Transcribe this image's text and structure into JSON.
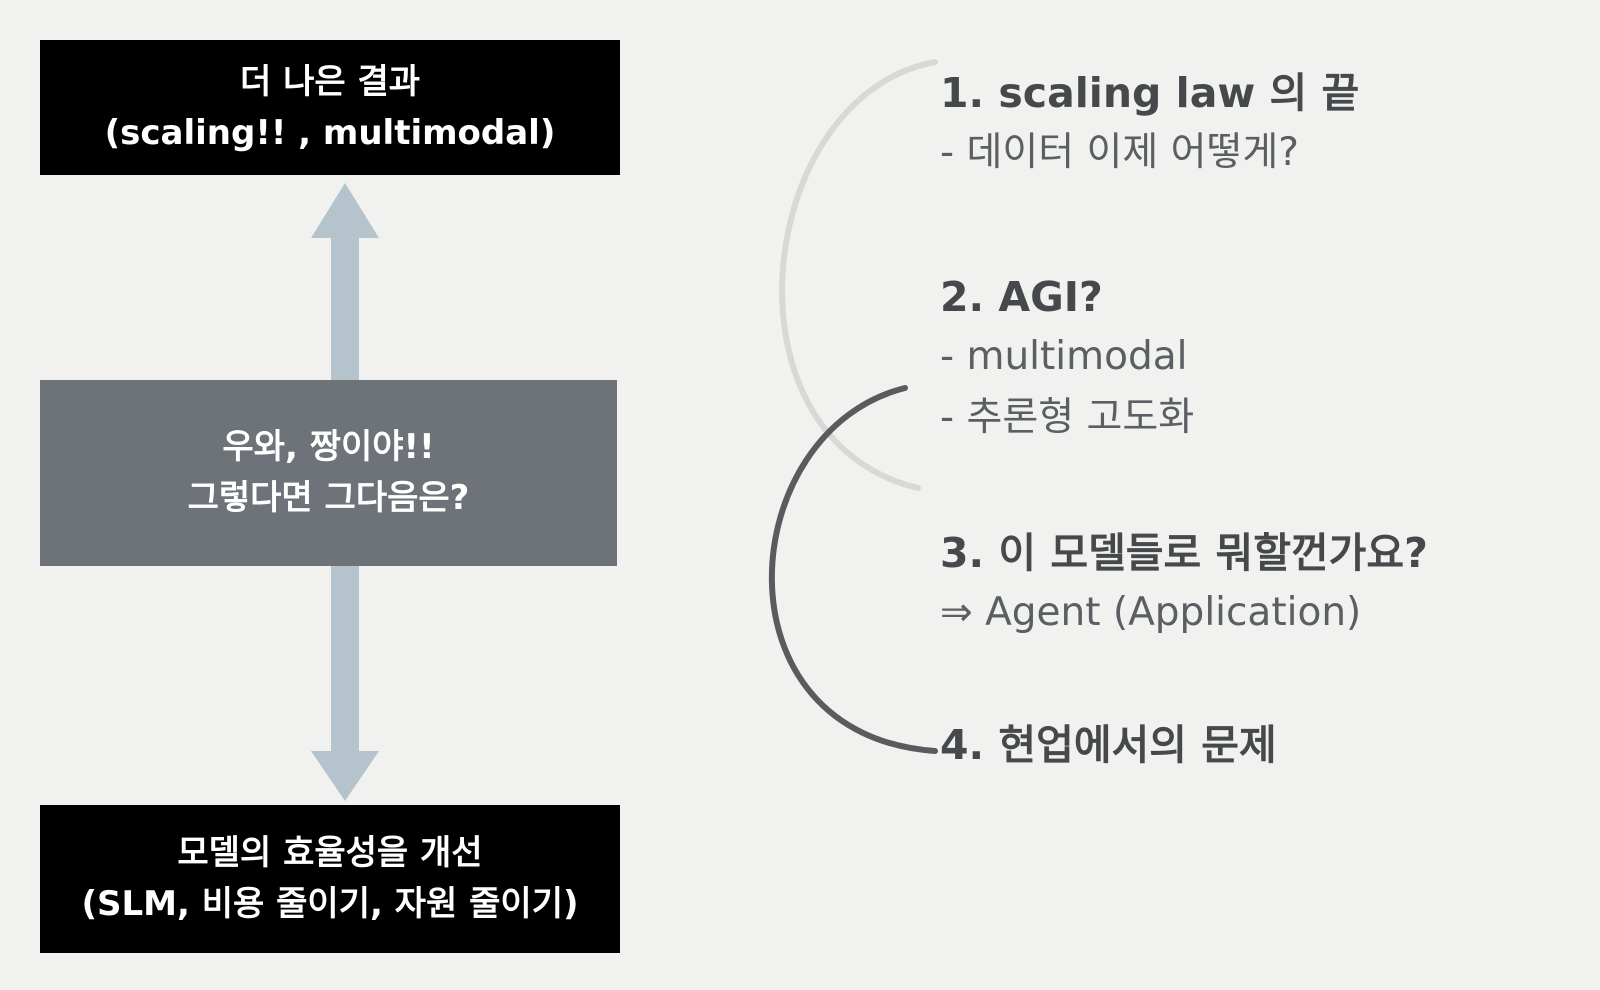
{
  "canvas": {
    "background": "#f1f1ef"
  },
  "flow": {
    "arrow_color": "#b5c3cc",
    "top_box": {
      "line1": "더 나은 결과",
      "line2": "(scaling!! , multimodal)",
      "bg": "#000000",
      "text_color": "#ffffff"
    },
    "middle_box": {
      "line1": "우와, 짱이야!!",
      "line2": "그렇다면 그다음은?",
      "bg": "#6d7378",
      "text_color": "#ffffff"
    },
    "bottom_box": {
      "line1": "모델의 효율성을 개선",
      "line2": "(SLM, 비용 줄이기, 자원 줄이기)",
      "bg": "#000000",
      "text_color": "#ffffff"
    }
  },
  "list": {
    "title_color": "#45494c",
    "line_color": "#595f63",
    "items": [
      {
        "title": "1. scaling law 의 끝",
        "lines": [
          "- 데이터 이제 어떻게?"
        ]
      },
      {
        "title": "2. AGI?",
        "lines": [
          "-  multimodal",
          "- 추론형 고도화"
        ]
      },
      {
        "title": "3. 이 모델들로 뭐할껀가요?",
        "lines": [
          "⇒ Agent (Application)"
        ]
      },
      {
        "title": "4. 현업에서의 문제",
        "lines": []
      }
    ]
  },
  "connectors": {
    "light_arc_color": "#d8d8d6",
    "dark_arc_color": "#595c5f"
  }
}
